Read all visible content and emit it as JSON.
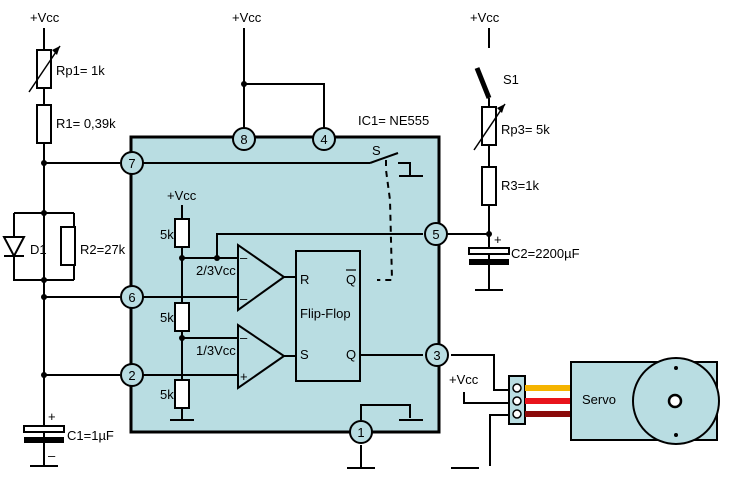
{
  "supply": {
    "vcc": "+Vcc"
  },
  "ic": {
    "name": "IC1= NE555",
    "ff": "Flip-Flop",
    "switch_s": "S"
  },
  "pins": [
    "8",
    "4",
    "7",
    "5",
    "6",
    "3",
    "2",
    "1"
  ],
  "components": {
    "rp1": "Rp1= 1k",
    "r1": "R1= 0,39k",
    "d1": "D1",
    "r2": "R2=27k",
    "c1": "C1=1µF",
    "s1": "S1",
    "rp3": "Rp3= 5k",
    "r3": "R3=1k",
    "c2": "C2=2200µF",
    "servo": "Servo",
    "vcc_servo": "+Vcc"
  },
  "internal": {
    "vcc": "+Vcc",
    "r_top": "5k",
    "r_mid": "5k",
    "r_bot": "5k",
    "ref_upper": "2/3Vcc",
    "ref_lower": "1/3Vcc",
    "minus": "–",
    "plus": "+",
    "ff_r": "R",
    "ff_qbar": "Q",
    "ff_s": "S",
    "ff_q": "Q"
  },
  "polarity": {
    "plus": "+",
    "minus": "–"
  },
  "colors": {
    "chip_fill": "#b9dde2",
    "servo_wire_signal": "#f5b400",
    "servo_wire_vcc": "#e8141c",
    "servo_wire_gnd": "#8b0a0a"
  }
}
